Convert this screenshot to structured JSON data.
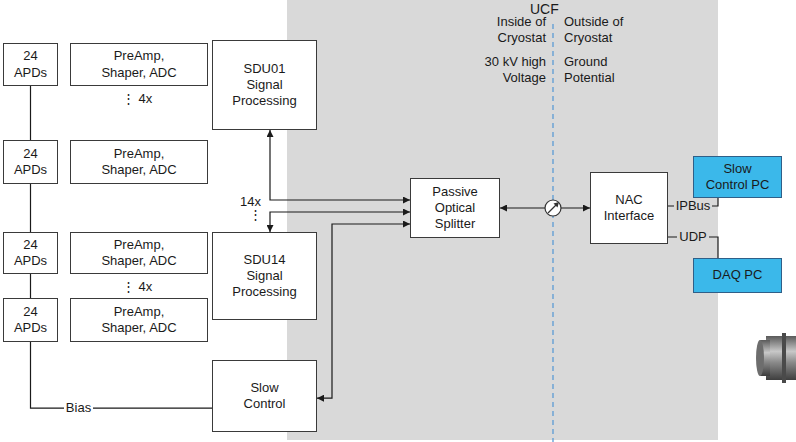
{
  "diagram": {
    "nodes": [
      {
        "text": [
          "24 APDs"
        ]
      },
      {
        "text": [
          "PreAmp, Shaper, ADC"
        ]
      },
      {
        "text": [
          "24 APDs"
        ]
      },
      {
        "text": [
          "PreAmp, Shaper, ADC"
        ]
      },
      {
        "text": [
          "SDU01 Signal Processing"
        ]
      },
      {
        "text": [
          "24 APDs"
        ]
      },
      {
        "text": [
          "PreAmp, Shaper, ADC"
        ]
      },
      {
        "text": [
          "24 APDs"
        ]
      },
      {
        "text": [
          "PreAmp, Shaper, ADC"
        ]
      },
      {
        "text": [
          "SDU14 Signal Processing"
        ]
      },
      {
        "text": [
          "Slow Control"
        ]
      },
      {
        "text": [
          "UCF"
        ]
      },
      {
        "text": [
          "Passive Optical Splitter"
        ],
        "in": 11
      },
      {
        "text": [
          "NAC Interface"
        ],
        "in": 11
      },
      {
        "text": [
          "Slow Control PC"
        ]
      },
      {
        "text": [
          "DAQ PC"
        ]
      }
    ],
    "edges": [
      {
        "from": 0,
        "to": 2,
        "arrow": "none"
      },
      {
        "from": 2,
        "to": 5,
        "arrow": "none"
      },
      {
        "from": 5,
        "to": 7,
        "arrow": "none"
      },
      {
        "from": 10,
        "to": 7,
        "label": "Bias",
        "arrow": "none"
      },
      {
        "from": 4,
        "to": 12,
        "arrow": "both"
      },
      {
        "from": 9,
        "to": 12,
        "arrow": "both"
      },
      {
        "from": 10,
        "to": 12,
        "arrow": "both"
      },
      {
        "from": 12,
        "to": 13,
        "arrow": "both"
      },
      {
        "from": 13,
        "to": 14,
        "label": "IPBus",
        "arrow": "none"
      },
      {
        "from": 13,
        "to": 15,
        "label": "UDP",
        "arrow": "none"
      }
    ],
    "labels": [
      "Inside of Cryostat",
      "Outside of Cryostat",
      "30 kV high Voltage",
      "Ground Potential",
      "⋮ 4x",
      "⋮ 4x",
      "14x",
      "⋮"
    ]
  }
}
